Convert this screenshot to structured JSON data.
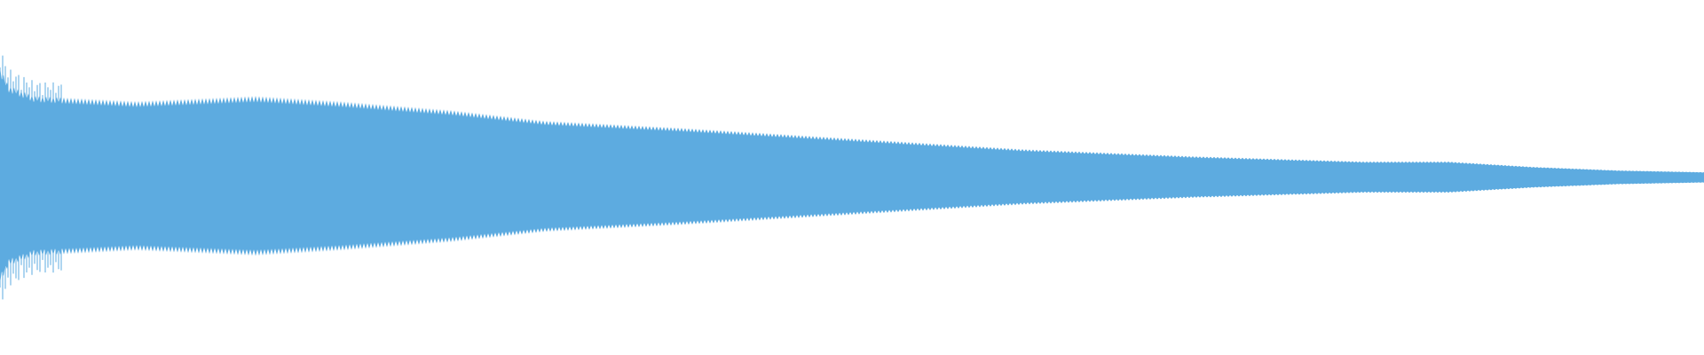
{
  "waveform": {
    "color": "#5dabe0",
    "background": "#ffffff",
    "envelope": [
      {
        "t": 0.0,
        "a": 0.62
      },
      {
        "t": 0.005,
        "a": 0.52
      },
      {
        "t": 0.02,
        "a": 0.46
      },
      {
        "t": 0.08,
        "a": 0.43
      },
      {
        "t": 0.15,
        "a": 0.46
      },
      {
        "t": 0.2,
        "a": 0.43
      },
      {
        "t": 0.265,
        "a": 0.38
      },
      {
        "t": 0.32,
        "a": 0.32
      },
      {
        "t": 0.4,
        "a": 0.28
      },
      {
        "t": 0.5,
        "a": 0.22
      },
      {
        "t": 0.6,
        "a": 0.16
      },
      {
        "t": 0.7,
        "a": 0.12
      },
      {
        "t": 0.8,
        "a": 0.09
      },
      {
        "t": 0.85,
        "a": 0.09
      },
      {
        "t": 0.9,
        "a": 0.06
      },
      {
        "t": 0.95,
        "a": 0.04
      },
      {
        "t": 1.0,
        "a": 0.03
      }
    ]
  }
}
